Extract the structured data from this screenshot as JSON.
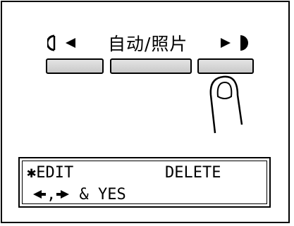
{
  "panel": {
    "mode_label": "自动/照片",
    "left_glyph_icon": "lighter-arrow-icon",
    "right_glyph_icon": "darker-arrow-icon"
  },
  "buttons": [
    {
      "name": "left-button"
    },
    {
      "name": "center-button"
    },
    {
      "name": "right-button"
    }
  ],
  "lcd": {
    "line1_left": "✱EDIT",
    "line1_right": "DELETE",
    "line2_sep": ",",
    "line2_text": " & YES"
  }
}
